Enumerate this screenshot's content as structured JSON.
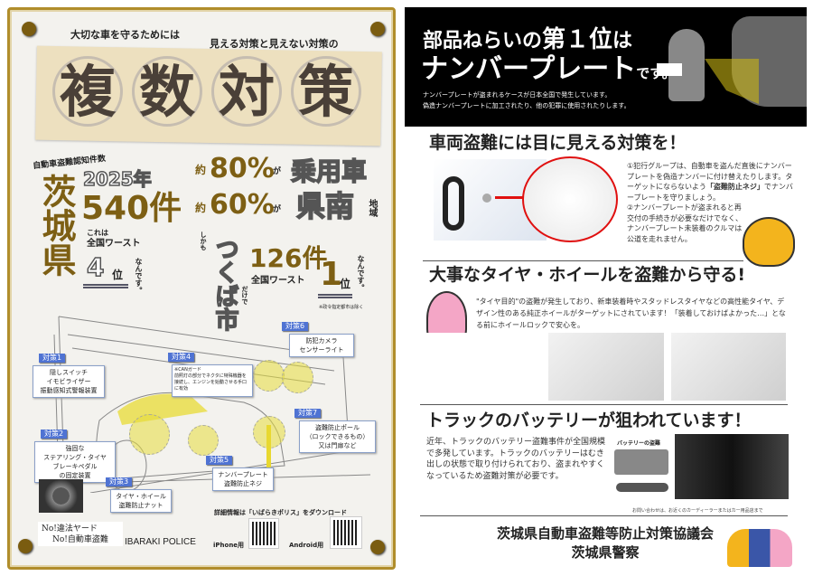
{
  "left": {
    "intro1": "大切な車を守るためには",
    "intro2": "見える対策と見えない対策の",
    "title_chars": [
      "複",
      "数",
      "対",
      "策"
    ],
    "stats_label": "自動車盗難認知件数",
    "prefecture": "茨城県",
    "year": "2025年",
    "count": "540件",
    "kore": "これは",
    "worst1": "全国ワースト",
    "rank1": "4",
    "rank_unit1": "位",
    "nandesu1": "なんです。",
    "pct1_prefix": "約",
    "pct1": "80%",
    "ga1": "が",
    "type1": "乗用車",
    "pct2_prefix": "約",
    "pct2": "60%",
    "ga2": "が",
    "type2": "県南",
    "region": "地域",
    "shikamo": "しかも",
    "city": "つくば市",
    "dakede": "だけで",
    "city_count": "126件",
    "worst2": "全国ワースト",
    "rank2": "1",
    "rank_unit2": "位",
    "nandesu2": "なんです。",
    "note": "※政令指定都市は除く",
    "measures": [
      {
        "tag": "対策1",
        "text": "隠しスイッチ\nイモビライザー\n振動感知式警報装置"
      },
      {
        "tag": "対策2",
        "text": "強固な\nステアリング・タイヤ\nブレーキペダル\nの固定装置"
      },
      {
        "tag": "対策3",
        "text": "タイヤ・ホイール\n盗難防止ナット"
      },
      {
        "tag": "対策4",
        "text": "※CANガード\n前照灯の部分でネクタに特殊機器を接続し、エンジンを始動させる手口に有効"
      },
      {
        "tag": "対策5",
        "text": "ナンバープレート\n盗難防止ネジ"
      },
      {
        "tag": "対策6",
        "text": "防犯カメラ\nセンサーライト"
      },
      {
        "tag": "対策7",
        "text": "盗難防止ポール\n（ロックできるもの）\n又は門扉など"
      }
    ],
    "download": "詳細情報は「いばらきポリス」をダウンロード",
    "slogan1": "No!違法ヤード",
    "slogan2": "No!自動車盗難",
    "police_logo": "IBARAKI POLICE",
    "iphone": "iPhone用",
    "android": "Android用"
  },
  "right": {
    "banner_line1a": "部品ねらいの",
    "banner_line1b": "第１位",
    "banner_line1c": "は",
    "banner_line2": "ナンバープレート",
    "banner_line2b": "です。",
    "banner_sub1": "ナンバープレートが盗まれるケースが日本全国で発生しています。",
    "banner_sub2": "偽造ナンバープレートに加工されたり、他の犯罪に使用されたりします。",
    "sec1_title": "車両盗難には目に見える対策を！",
    "sec1_text1": "①犯行グループは、自動車を盗んだ直後にナンバープレートを偽造ナンバーに付け替えたりします。ターゲットにならないよう",
    "sec1_bold": "「盗難防止ネジ」",
    "sec1_text2": "でナンバープレートを守りましょう。",
    "sec1_text3": "②ナンバープレートが盗まれると再交付の手続きが必要なだけでなく、ナンバープレート未装着のクルマは公道を走れません。",
    "sec2_title": "大事なタイヤ・ホイールを盗難から守る!",
    "sec2_text": "\"タイヤ目的\"の盗難が発生しており、新車装着時やスタッドレスタイヤなどの高性能タイヤ、デザイン性のある純正ホイールがターゲットにされています！「装着しておけばよかった…」となる前にホイールロックで安心を。",
    "sec3_title": "トラックのバッテリーが狙われています！",
    "sec3_text": "近年、トラックのバッテリー盗難事件が全国規模で多発しています。トラックのバッテリーはむき出しの状態で取り付けられており、盗まれやすくなっているため盗難対策が必要です。",
    "diagram_title": "バッテリーの盗難",
    "inquiry": "お問い合わせは、お近くのカーディーラーまたはカー用品店まで",
    "footer1": "茨城県自動車盗難等防止対策協議会",
    "footer2": "茨城県警察"
  },
  "colors": {
    "gold": "#7d5f14",
    "tag_blue": "#4f73d3",
    "highlight_yellow": "#e6dc3c",
    "banner_black": "#000000",
    "red_circle": "#e01010"
  }
}
